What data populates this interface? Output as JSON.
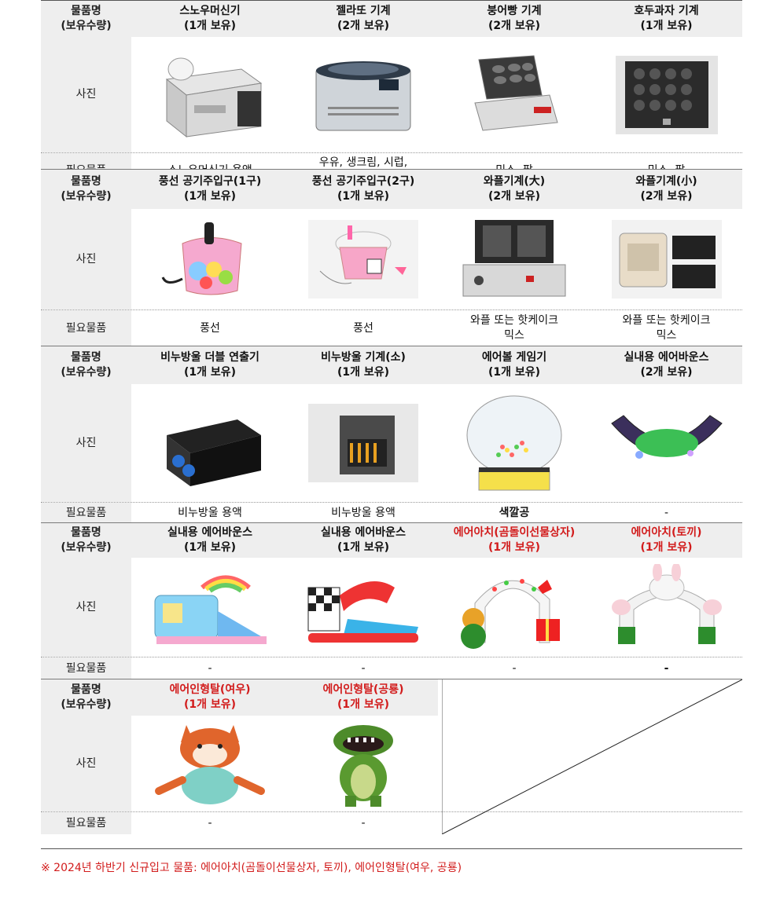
{
  "labels": {
    "item_name": "물품명",
    "item_count": "(보유수량)",
    "photo": "사진",
    "needed": "필요물품"
  },
  "groups": [
    {
      "items": [
        {
          "name": "스노우머신기",
          "qty": "(1개 보유)",
          "needed": "스노우머신기 용액",
          "icon": "snow-machine"
        },
        {
          "name": "젤라또 기계",
          "qty": "(2개 보유)",
          "needed": "우유, 생크림, 시럽,\n토핑재료",
          "icon": "gelato-machine"
        },
        {
          "name": "붕어빵 기계",
          "qty": "(2개 보유)",
          "needed": "믹스, 팥",
          "icon": "fish-bread-machine"
        },
        {
          "name": "호두과자 기계",
          "qty": "(1개 보유)",
          "needed": "믹스, 팥",
          "icon": "walnut-cake-machine"
        }
      ]
    },
    {
      "items": [
        {
          "name": "풍선 공기주입구(1구)",
          "qty": "(1개 보유)",
          "needed": "풍선",
          "icon": "balloon-pump-1"
        },
        {
          "name": "풍선 공기주입구(2구)",
          "qty": "(1개 보유)",
          "needed": "풍선",
          "icon": "balloon-pump-2"
        },
        {
          "name": "와플기계(大)",
          "qty": "(2개 보유)",
          "needed": "와플 또는 핫케이크\n믹스",
          "icon": "waffle-machine-large"
        },
        {
          "name": "와플기계(小)",
          "qty": "(2개 보유)",
          "needed": "와플 또는 핫케이크\n믹스",
          "icon": "waffle-machine-small"
        }
      ]
    },
    {
      "items": [
        {
          "name": "비누방울 더블 연출기",
          "qty": "(1개 보유)",
          "needed": "비누방울 용액",
          "icon": "bubble-double"
        },
        {
          "name": "비누방울 기계(소)",
          "qty": "(1개 보유)",
          "needed": "비누방울 용액",
          "icon": "bubble-small"
        },
        {
          "name": "에어볼 게임기",
          "qty": "(1개 보유)",
          "needed": "색깔공",
          "needed_bold": true,
          "icon": "airball-game"
        },
        {
          "name": "실내용 에어바운스",
          "qty": "(2개 보유)",
          "needed": "-",
          "icon": "air-bounce-seat"
        }
      ]
    },
    {
      "items": [
        {
          "name": "실내용 에어바운스",
          "qty": "(1개 보유)",
          "needed": "-",
          "icon": "air-bounce-rainbow"
        },
        {
          "name": "실내용 에어바운스",
          "qty": "(1개 보유)",
          "needed": "-",
          "icon": "air-bounce-slide"
        },
        {
          "name": "에어아치(곰돌이선물상자)",
          "qty": "(1개 보유)",
          "needed": "-",
          "red": true,
          "icon": "air-arch-bear"
        },
        {
          "name": "에어아치(토끼)",
          "qty": "(1개 보유)",
          "needed": "-",
          "red": true,
          "needed_bold": true,
          "icon": "air-arch-rabbit"
        }
      ]
    },
    {
      "items": [
        {
          "name": "에어인형탈(여우)",
          "qty": "(1개 보유)",
          "needed": "-",
          "red": true,
          "icon": "fox-costume"
        },
        {
          "name": "에어인형탈(공룡)",
          "qty": "(1개 보유)",
          "needed": "-",
          "red": true,
          "icon": "dino-costume"
        }
      ]
    }
  ],
  "footnote": "※ 2024년 하반기 신규입고 물품: 에어아치(곰돌이선물상자, 토끼), 에어인형탈(여우, 공룡)",
  "colors": {
    "highlight": "#d21c1c",
    "header_bg": "#eeeeee"
  }
}
